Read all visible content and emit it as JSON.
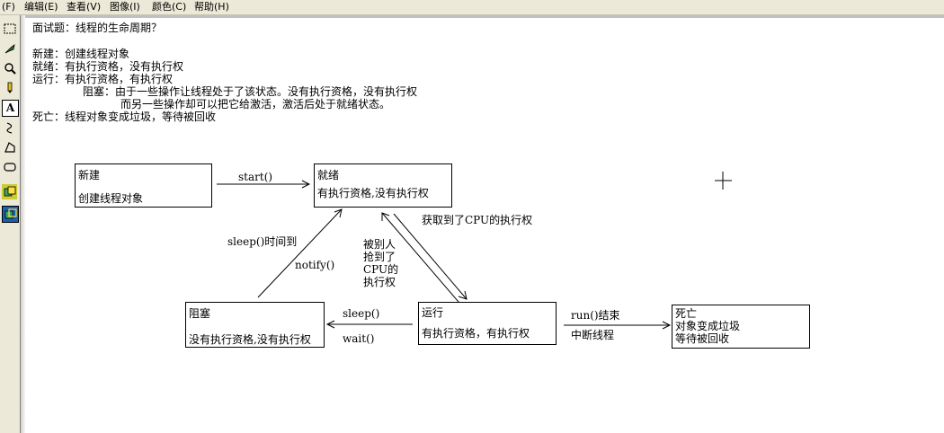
{
  "menu": {
    "file": "(F)",
    "edit": "编辑(E)",
    "view": "查看(V)",
    "image": "图像(I)",
    "colors": "颜色(C)",
    "help": "帮助(H)"
  },
  "notes": {
    "title": "面试题：线程的生命周期？",
    "line_new": "新建：创建线程对象",
    "line_ready": "就绪：有执行资格，没有执行权",
    "line_running": "运行：有执行资格，有执行权",
    "line_blocked1": "阻塞：由于一些操作让线程处于了该状态。没有执行资格，没有执行权",
    "line_blocked2": "而另一些操作却可以把它给激活，激活后处于就绪状态。",
    "line_dead": "死亡：线程对象变成垃圾，等待被回收"
  },
  "diagram": {
    "new_box": {
      "title": "新建",
      "desc": "创建线程对象"
    },
    "ready_box": {
      "title": "就绪",
      "desc": "有执行资格,没有执行权"
    },
    "blocked_box": {
      "title": "阻塞",
      "desc": "没有执行资格,没有执行权"
    },
    "running_box": {
      "title": "运行",
      "desc": "有执行资格，有执行权"
    },
    "dead_box": {
      "title": "死亡",
      "desc1": "对象变成垃圾",
      "desc2": "等待被回收"
    },
    "label_start": "start()",
    "label_get_cpu": "获取到了CPU的执行权",
    "label_preempted1": "被别人",
    "label_preempted2": "抢到了",
    "label_preempted3": "CPU的",
    "label_preempted4": "执行权",
    "label_sleep_timeout": "sleep()时间到",
    "label_notify": "notify()",
    "label_sleep": "sleep()",
    "label_wait": "wait()",
    "label_run_end": "run()结束",
    "label_interrupt": "中断线程"
  }
}
